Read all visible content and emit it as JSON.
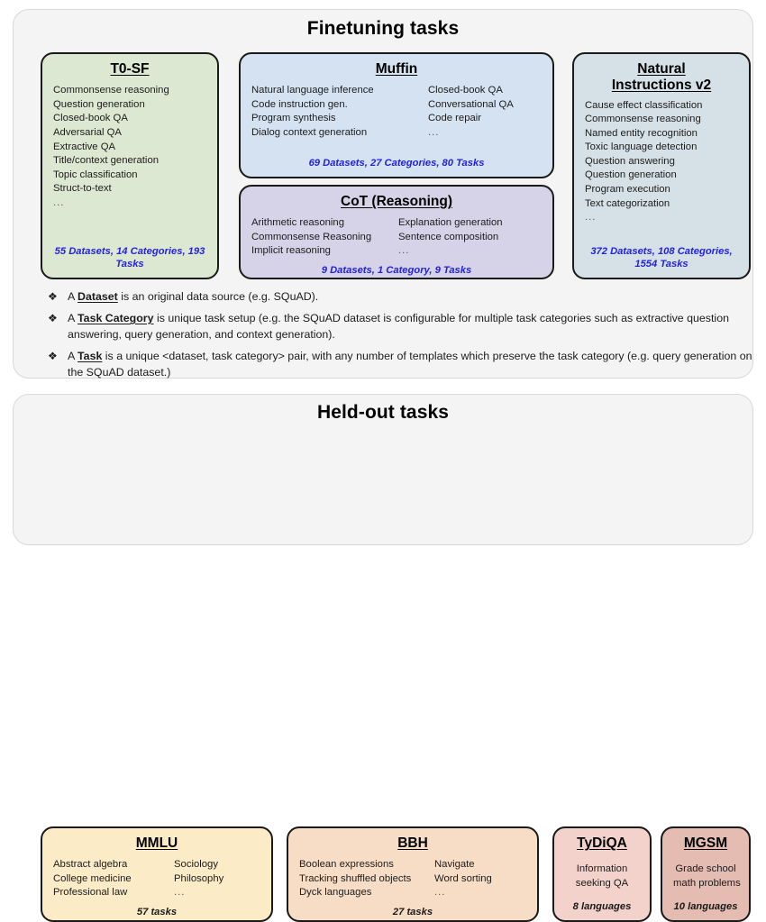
{
  "finetuning": {
    "title": "Finetuning tasks",
    "cards": [
      {
        "name": "t0sf",
        "title": "T0-SF",
        "items_left": [
          "Commonsense reasoning",
          "Question generation",
          "Closed-book QA",
          "Adversarial QA",
          "Extractive QA",
          "Title/context generation",
          "Topic classification",
          "Struct-to-text",
          "..."
        ],
        "stat": "55 Datasets, 14 Categories, 193 Tasks",
        "color": "#dde8d2"
      },
      {
        "name": "muffin",
        "title": "Muffin",
        "items_left": [
          "Natural language inference",
          "Code instruction gen.",
          "Program synthesis",
          "Dialog context generation"
        ],
        "items_right": [
          "Closed-book QA",
          "Conversational QA",
          "Code repair",
          "..."
        ],
        "stat": "69 Datasets, 27 Categories, 80 Tasks",
        "color": "#d4e2f2"
      },
      {
        "name": "cot",
        "title": "CoT (Reasoning)",
        "items_left": [
          "Arithmetic reasoning",
          "Commonsense Reasoning",
          "Implicit reasoning"
        ],
        "items_right": [
          "Explanation generation",
          "Sentence composition",
          "..."
        ],
        "stat": "9 Datasets, 1 Category, 9 Tasks",
        "color": "#d6d2e8"
      },
      {
        "name": "niv2",
        "title_line1": "Natural",
        "title_line2": "Instructions v2",
        "items_left": [
          "Cause effect classification",
          "Commonsense reasoning",
          "Named entity recognition",
          "Toxic language detection",
          "Question answering",
          "Question generation",
          "Program execution",
          "Text categorization",
          "..."
        ],
        "stat": "372 Datasets, 108 Categories, 1554 Tasks",
        "color": "#d6e1e7"
      }
    ],
    "definitions": [
      {
        "bullet": "❖",
        "prefix": "A ",
        "term": "Dataset",
        "suffix": " is an original data source (e.g. SQuAD)."
      },
      {
        "bullet": "❖",
        "prefix": "A ",
        "term": "Task Category",
        "suffix": " is unique task setup (e.g. the SQuAD dataset is configurable for multiple task categories such as extractive question answering, query generation, and context generation)."
      },
      {
        "bullet": "❖",
        "prefix": "A ",
        "term": "Task",
        "suffix": " is a unique <dataset, task category> pair, with any number of templates which preserve the task category (e.g. query generation on the SQuAD dataset.)"
      }
    ]
  },
  "heldout": {
    "title": "Held-out tasks",
    "cards": [
      {
        "name": "mmlu",
        "title": "MMLU",
        "items_left": [
          "Abstract algebra",
          "College medicine",
          "Professional law"
        ],
        "items_right": [
          "Sociology",
          "Philosophy",
          "..."
        ],
        "stat": "57 tasks",
        "color": "#fbecc7"
      },
      {
        "name": "bbh",
        "title": "BBH",
        "items_left": [
          "Boolean expressions",
          "Tracking shuffled objects",
          "Dyck languages"
        ],
        "items_right": [
          "Navigate",
          "Word sorting",
          "..."
        ],
        "stat": "27 tasks",
        "color": "#f8ddc6"
      },
      {
        "name": "tydiqa",
        "title": "TyDiQA",
        "items_left": [
          "Information",
          "seeking QA"
        ],
        "stat": "8 languages",
        "color": "#f2d2cb"
      },
      {
        "name": "mgsm",
        "title": "MGSM",
        "items_left": [
          "Grade school",
          "math problems"
        ],
        "stat": "10 languages",
        "color": "#e4bcb1"
      }
    ]
  },
  "colors": {
    "stat_blue": "#2323dd",
    "stat_dark": "#1a1a1a",
    "panel_bg": "#f4f4f4",
    "card_border": "#1a1a1a"
  }
}
